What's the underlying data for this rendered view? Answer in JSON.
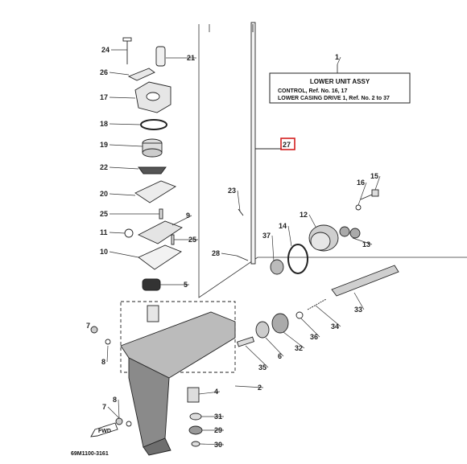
{
  "title_box": {
    "title": "LOWER UNIT ASSY",
    "line1": "CONTROL,  Ref. No. 16, 17",
    "line2": "LOWER CASING DRIVE 1,  Ref. No. 2 to 37"
  },
  "diagram_code": "69M1100-3161",
  "fwd_label": "FWD",
  "highlight_color": "#d42020",
  "callouts": [
    {
      "id": "c1",
      "label": "1"
    },
    {
      "id": "c2",
      "label": "2"
    },
    {
      "id": "c4",
      "label": "4"
    },
    {
      "id": "c5",
      "label": "5"
    },
    {
      "id": "c6",
      "label": "6"
    },
    {
      "id": "c7a",
      "label": "7"
    },
    {
      "id": "c7b",
      "label": "7"
    },
    {
      "id": "c8a",
      "label": "8"
    },
    {
      "id": "c8b",
      "label": "8"
    },
    {
      "id": "c9",
      "label": "9"
    },
    {
      "id": "c10",
      "label": "10"
    },
    {
      "id": "c11",
      "label": "11"
    },
    {
      "id": "c12",
      "label": "12"
    },
    {
      "id": "c13",
      "label": "13"
    },
    {
      "id": "c14",
      "label": "14"
    },
    {
      "id": "c15",
      "label": "15"
    },
    {
      "id": "c16",
      "label": "16"
    },
    {
      "id": "c17",
      "label": "17"
    },
    {
      "id": "c18",
      "label": "18"
    },
    {
      "id": "c19",
      "label": "19"
    },
    {
      "id": "c20",
      "label": "20"
    },
    {
      "id": "c21",
      "label": "21"
    },
    {
      "id": "c22",
      "label": "22"
    },
    {
      "id": "c23",
      "label": "23"
    },
    {
      "id": "c24",
      "label": "24"
    },
    {
      "id": "c25a",
      "label": "25"
    },
    {
      "id": "c25b",
      "label": "25"
    },
    {
      "id": "c26",
      "label": "26"
    },
    {
      "id": "c27",
      "label": "27"
    },
    {
      "id": "c28",
      "label": "28"
    },
    {
      "id": "c29",
      "label": "29"
    },
    {
      "id": "c30",
      "label": "30"
    },
    {
      "id": "c31",
      "label": "31"
    },
    {
      "id": "c32",
      "label": "32"
    },
    {
      "id": "c33",
      "label": "33"
    },
    {
      "id": "c34",
      "label": "34"
    },
    {
      "id": "c35",
      "label": "35"
    },
    {
      "id": "c36",
      "label": "36"
    },
    {
      "id": "c37",
      "label": "37"
    }
  ]
}
